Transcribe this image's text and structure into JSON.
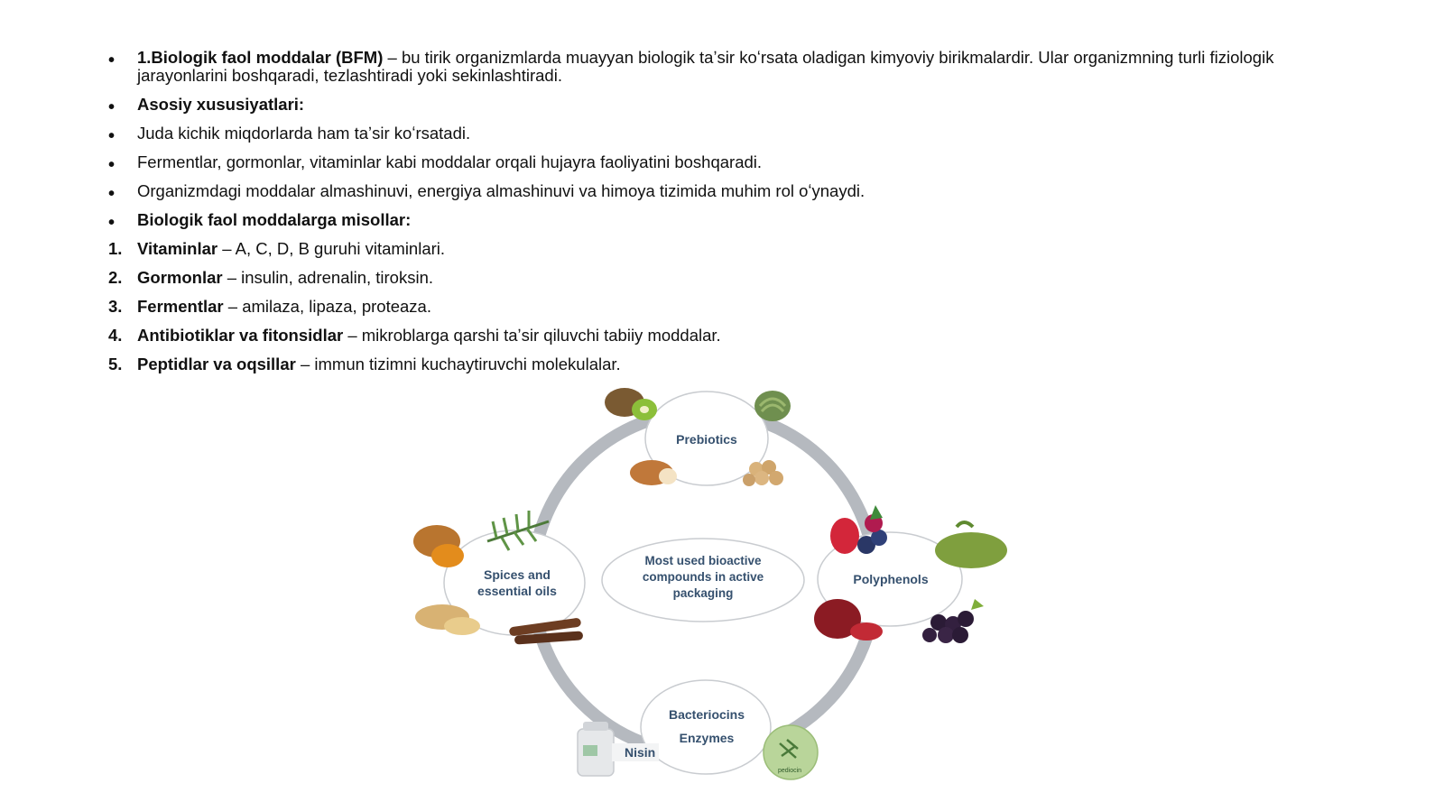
{
  "intro": {
    "bold": "1.Biologik faol moddalar (BFM)",
    "rest": " – bu tirik organizmlarda muayyan biologik taʼsir koʻrsata oladigan kimyoviy birikmalardir. Ular organizmning turli fiziologik jarayonlarini boshqaradi, tezlashtiradi yoki sekinlashtiradi."
  },
  "bullets": [
    {
      "text": "Asosiy xususiyatlari:",
      "bold": true
    },
    {
      "text": "Juda kichik miqdorlarda ham taʼsir koʻrsatadi.",
      "bold": false
    },
    {
      "text": "Fermentlar, gormonlar, vitaminlar kabi moddalar orqali hujayra faoliyatini boshqaradi.",
      "bold": false
    },
    {
      "text": "Organizmdagi moddalar almashinuvi, energiya almashinuvi va himoya tizimida muhim rol oʻynaydi.",
      "bold": false
    },
    {
      "text": "Biologik faol moddalarga misollar:",
      "bold": true
    }
  ],
  "examples": [
    {
      "num": "1.",
      "term": "Vitaminlar",
      "desc": " – A, C, D, B guruhi vitaminlari."
    },
    {
      "num": "2.",
      "term": "Gormonlar",
      "desc": " – insulin, adrenalin, tiroksin."
    },
    {
      "num": "3.",
      "term": "Fermentlar",
      "desc": " – amilaza, lipaza, proteaza."
    },
    {
      "num": "4.",
      "term": "Antibiotiklar va fitonsidlar",
      "desc": " – mikroblarga qarshi taʼsir qiluvchi tabiiy moddalar."
    },
    {
      "num": "5.",
      "term": "Peptidlar va oqsillar",
      "desc": " – immun tizimni kuchaytiruvchi molekulalar."
    }
  ],
  "figure": {
    "center": [
      "Most used bioactive",
      "compounds in active",
      "packaging"
    ],
    "prebiotics": "Prebiotics",
    "polyphenols": "Polyphenols",
    "spices": [
      "Spices and",
      "essential oils"
    ],
    "bacteriocins": "Bacteriocins",
    "enzymes": "Enzymes",
    "nisin": "Nisin",
    "badge": "pediocin"
  },
  "bullet_symbol": "•",
  "colors": {
    "ring": "#b5b9bf",
    "label": "#35506e",
    "text": "#111111"
  }
}
